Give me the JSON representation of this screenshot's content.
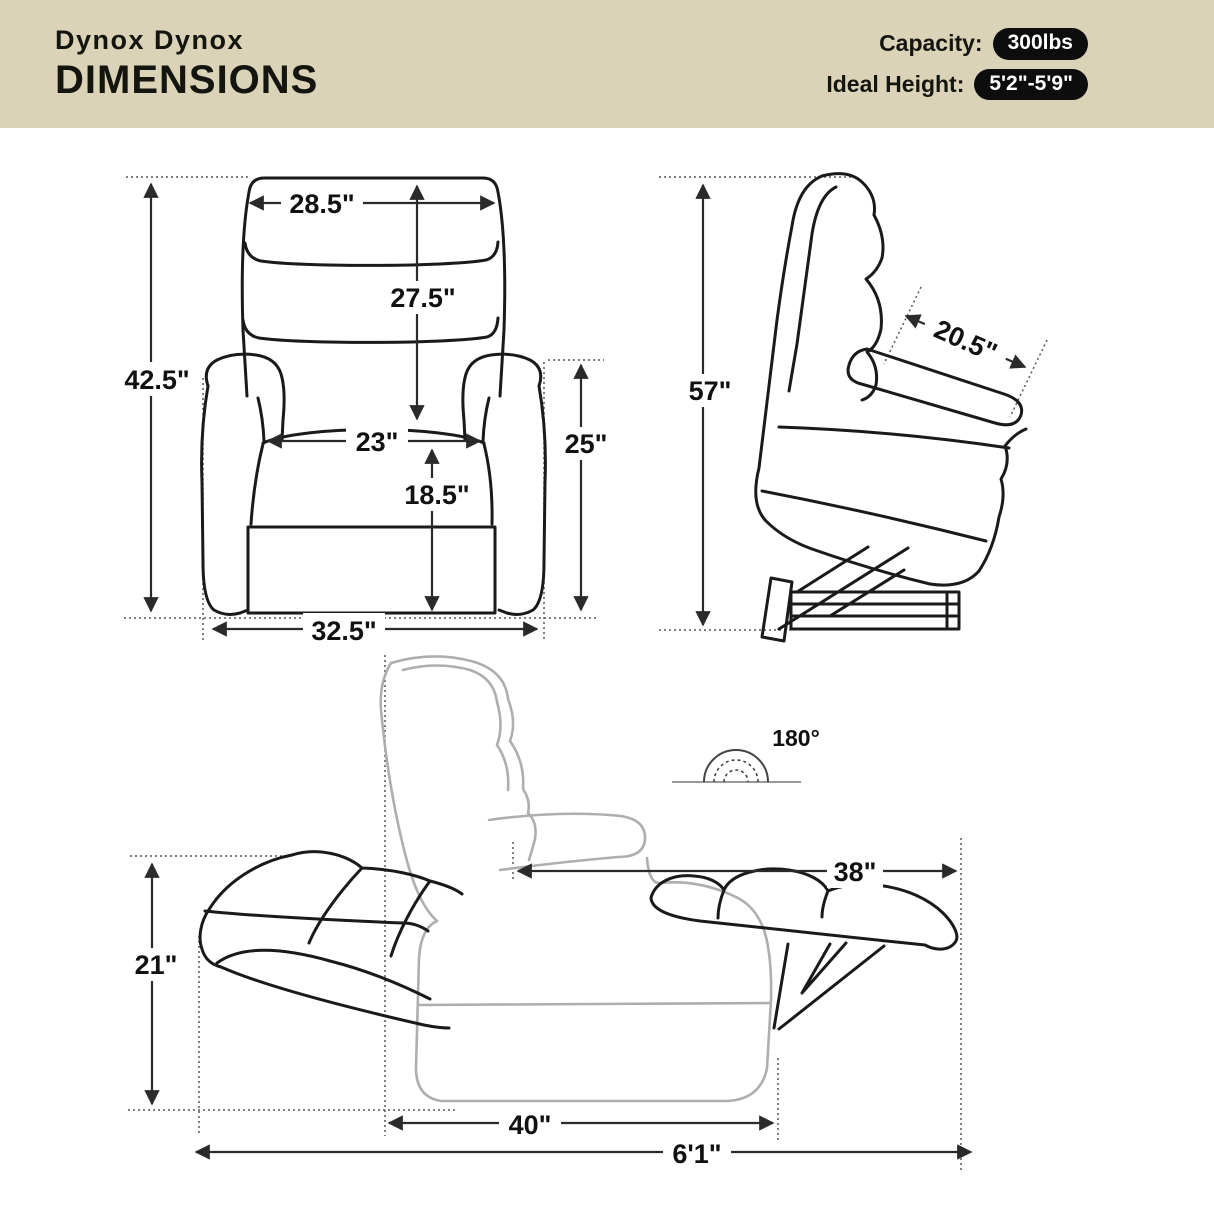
{
  "header": {
    "brand": "Dynox Dynox",
    "title": "DIMENSIONS",
    "capacity_label": "Capacity:",
    "capacity_value": "300lbs",
    "height_label": "Ideal Height:",
    "height_value": "5'2\"-5'9\""
  },
  "colors": {
    "header_band": "#dbd3b8",
    "pill_bg": "#0d0d0d",
    "pill_text": "#ffffff",
    "line_dark": "#1a1a1a",
    "line_gray": "#aeaeae"
  },
  "dims": {
    "front": {
      "back_width": "28.5\"",
      "back_cushion_height": "27.5\"",
      "overall_height": "42.5\"",
      "seat_width": "23\"",
      "seat_height": "18.5\"",
      "arm_height": "25\"",
      "overall_width": "32.5\""
    },
    "lift": {
      "max_height": "57\"",
      "seat_depth": "20.5\""
    },
    "recline": {
      "angle": "180°",
      "back_height": "21\"",
      "footrest_extension": "38\"",
      "base_depth": "40\"",
      "total_length": "6'1\""
    }
  }
}
